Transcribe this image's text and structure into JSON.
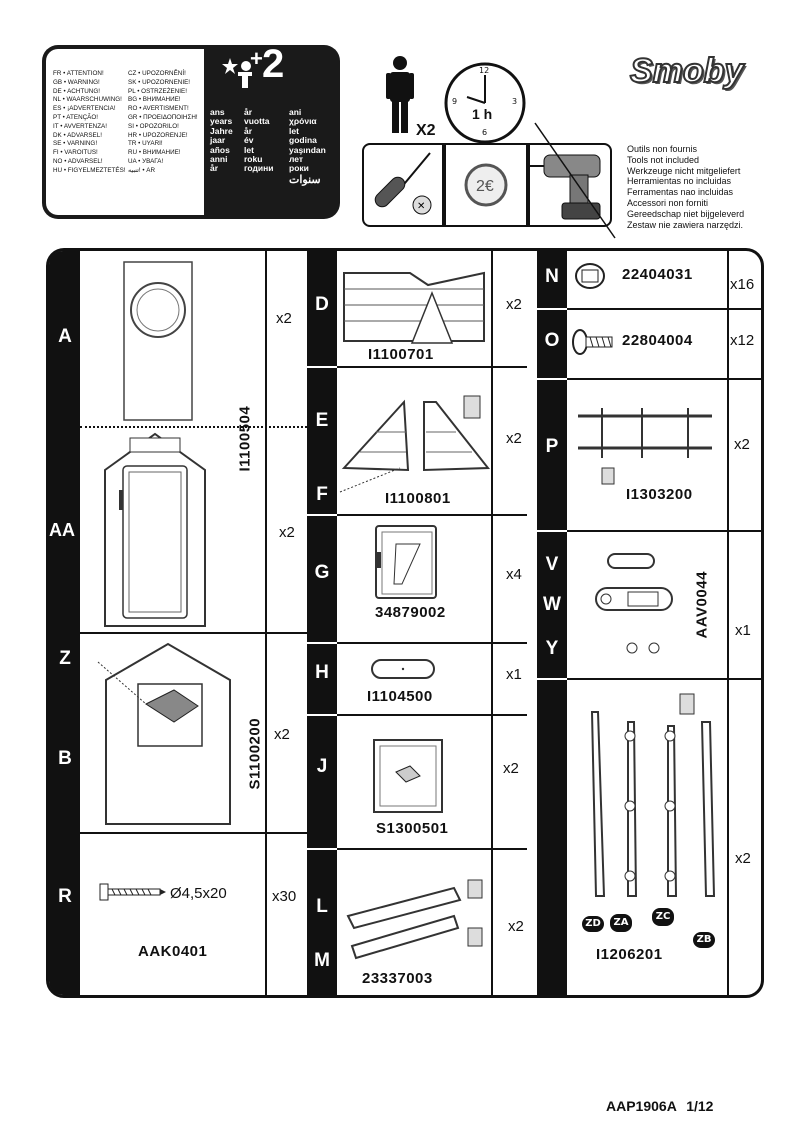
{
  "warnings": {
    "col1": [
      "FR • ATTENTION!",
      "GB • WARNING!",
      "DE • ACHTUNG!",
      "NL • WAARSCHUWING!",
      "ES • ¡ADVERTENCIA!",
      "PT • ATENÇÃO!",
      "IT • AVVERTENZA!",
      "DK • ADVARSEL!",
      "SE • VARNING!",
      "FI • VAROITUS!",
      "NO • ADVARSEL!",
      "HU • FIGYELMEZTETÉS!"
    ],
    "col2": [
      "CZ • UPOZORNĚNÍ!",
      "SK • UPOZORNENIE!",
      "PL • OSTRZEŻENIE!",
      "BG • ВНИМАНИЕ!",
      "RO • AVERTISMENT!",
      "GR • ΠΡΟΕΙΔΟΠΟΙΗΣΗ!",
      "SI • OPOZORILO!",
      "HR • UPOZORENJE!",
      "TR • UYARI!",
      "RU • ВНИМАНИЕ!",
      "UA • УВАГА!",
      "تنبيه! • AR"
    ]
  },
  "age": {
    "number": "2",
    "plus": "+",
    "col1": [
      "ans",
      "years",
      "Jahre",
      "jaar",
      "años",
      "anni",
      "år"
    ],
    "col2": [
      "år",
      "vuotta",
      "år",
      "év",
      "let",
      "roku",
      "години"
    ],
    "col3": [
      "ani",
      "χρόνια",
      "let",
      "godina",
      "yaşından",
      "лет",
      "роки",
      "سنوات"
    ]
  },
  "assembly": {
    "persons": "X2",
    "time": "1 h",
    "clock_numbers": [
      "12",
      "3",
      "6",
      "9"
    ]
  },
  "brand": "Smoby",
  "tools_note": [
    "Outils non fournis",
    "Tools not included",
    "Werkzeuge nicht mitgeliefert",
    "Herramientas no incluidas",
    "Ferramentas nao incluidas",
    "Accessori non forniti",
    "Gereedschap niet bijgeleverd",
    "Zestaw nie zawiera narzędzi."
  ],
  "parts": {
    "A": {
      "letter": "A"
    },
    "AA": {
      "letter": "AA"
    },
    "A_AA_code": "I1100504",
    "A_qty": "x2",
    "AA_qty": "x2",
    "Z": {
      "letter": "Z"
    },
    "B": {
      "letter": "B"
    },
    "ZB_code": "S1100200",
    "ZB_qty": "x2",
    "R": {
      "letter": "R",
      "size": "Ø4,5x20",
      "code": "AAK0401",
      "qty": "x30"
    },
    "D": {
      "letter": "D",
      "code": "I1100701",
      "qty": "x2"
    },
    "EF": {
      "letter_e": "E",
      "letter_f": "F",
      "code": "I1100801",
      "qty": "x2"
    },
    "G": {
      "letter": "G",
      "code": "34879002",
      "qty": "x4"
    },
    "H": {
      "letter": "H",
      "code": "I1104500",
      "qty": "x1"
    },
    "J": {
      "letter": "J",
      "code": "S1300501",
      "qty": "x2"
    },
    "LM": {
      "letter_l": "L",
      "letter_m": "M",
      "code": "23337003",
      "qty": "x2"
    },
    "N": {
      "letter": "N",
      "code": "22404031",
      "qty": "x16"
    },
    "O": {
      "letter": "O",
      "code": "22804004",
      "qty": "x12"
    },
    "P": {
      "letter": "P",
      "code": "I1303200",
      "qty": "x2"
    },
    "VWY": {
      "letter_v": "V",
      "letter_w": "W",
      "letter_y": "Y",
      "code": "AAV0044",
      "qty": "x1"
    },
    "Z_rail": {
      "code": "I1206201",
      "qty": "x2",
      "tags": [
        "ZD",
        "ZA",
        "ZC",
        "ZB"
      ]
    }
  },
  "footer": {
    "doc": "AAP1906A",
    "page": "1/12"
  }
}
